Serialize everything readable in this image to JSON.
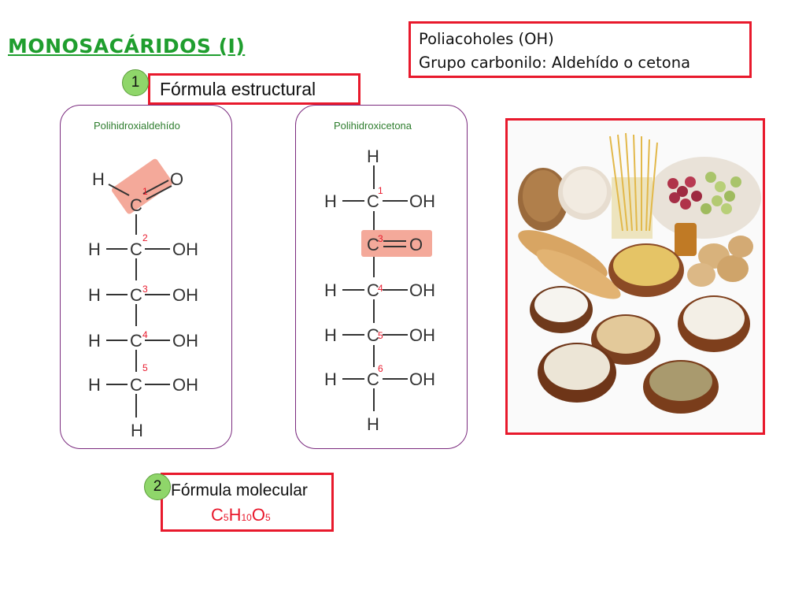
{
  "title": "MONOSACÁRIDOS (I)",
  "info": {
    "line1": "Poliacoholes (OH)",
    "line2": "Grupo carbonilo: Aldehído o cetona"
  },
  "structural": {
    "badge": "1",
    "label": "Fórmula estructural"
  },
  "molecular": {
    "badge": "2",
    "label": "Fórmula molecular",
    "formula": {
      "c": "C",
      "c_n": "5",
      "h": "H",
      "h_n": "10",
      "o": "O",
      "o_n": "5"
    }
  },
  "aldehyde": {
    "title": "Polihidroxialdehído",
    "atoms": {
      "h": "H",
      "c": "C",
      "o": "O",
      "oh": "OH"
    },
    "numbers": [
      "1",
      "2",
      "3",
      "4",
      "5"
    ]
  },
  "ketone": {
    "title": "Polihidroxicetona",
    "atoms": {
      "h": "H",
      "c": "C",
      "o": "O",
      "oh": "OH"
    },
    "numbers": [
      "1",
      "3",
      "4",
      "5",
      "6"
    ]
  },
  "colors": {
    "accent_red": "#e8192c",
    "title_green": "#1f9e2e",
    "badge_green": "#8fd66a",
    "panel_purple": "#7a2a7e",
    "highlight": "#f4a99a"
  },
  "image": {
    "subject": "food-photo"
  }
}
